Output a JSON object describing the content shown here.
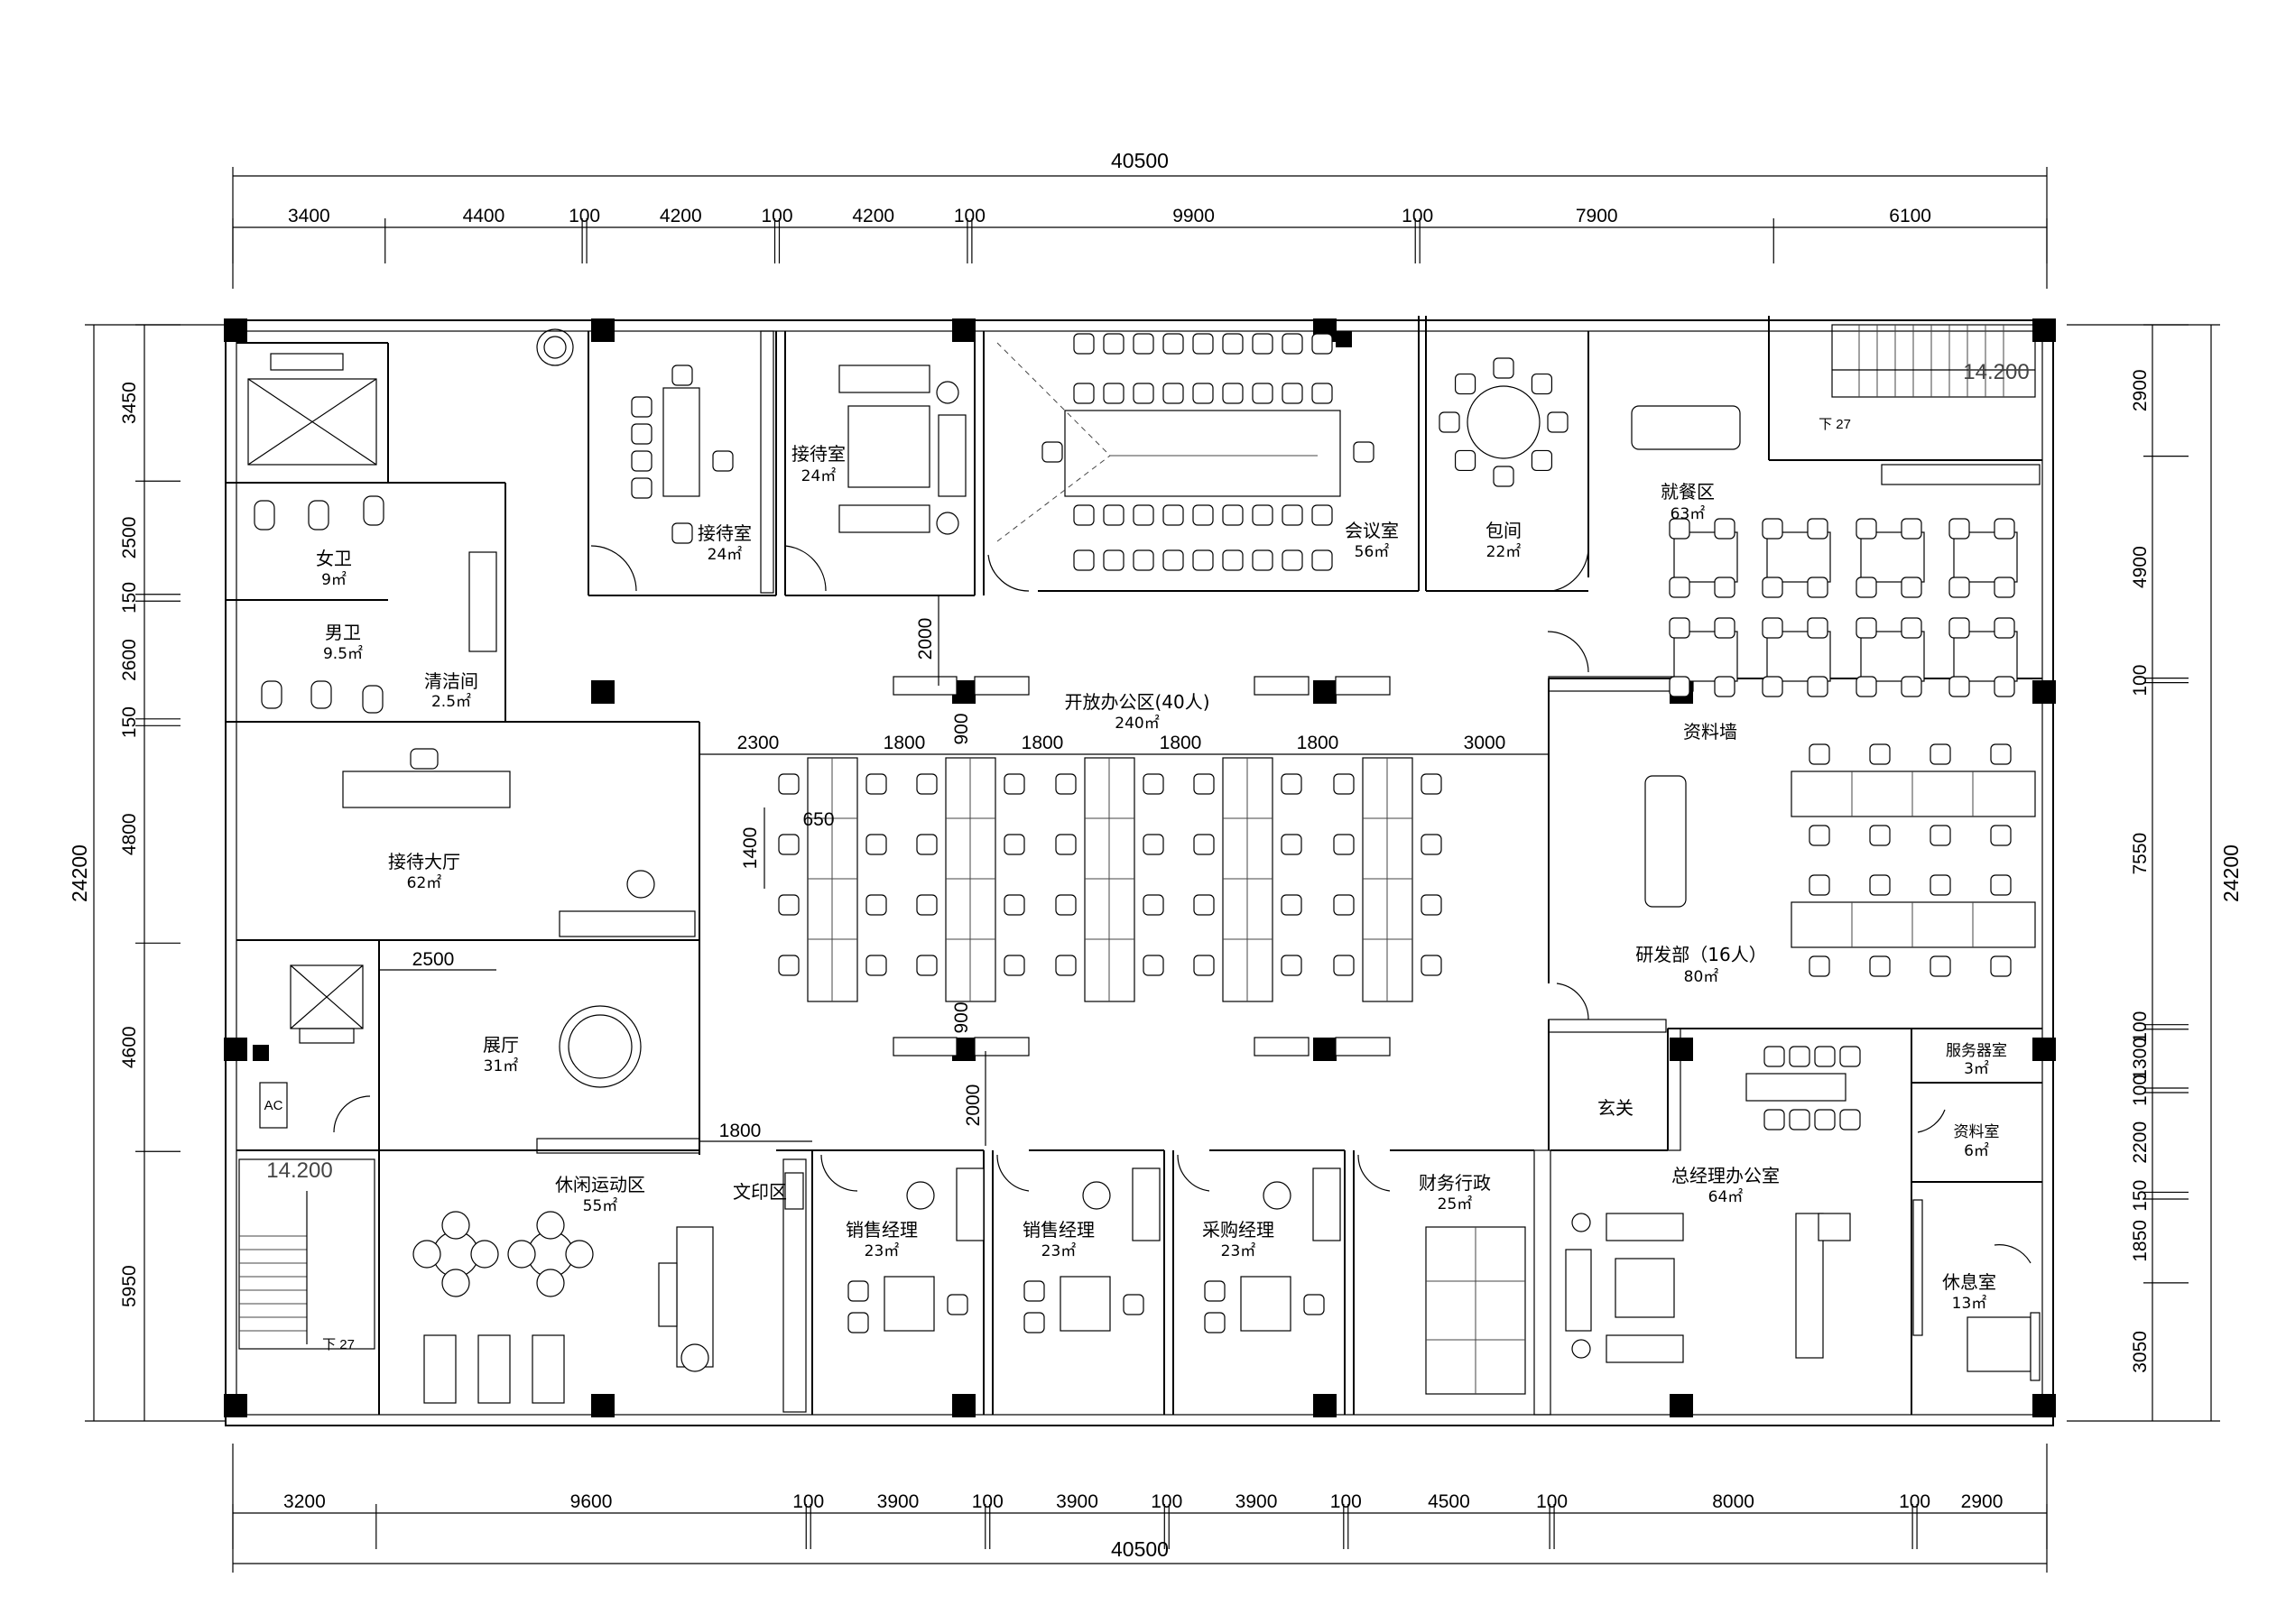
{
  "dimensions": {
    "top_total": "40500",
    "top_segments": [
      "3400",
      "4400",
      "100",
      "4200",
      "100",
      "4200",
      "100",
      "9900",
      "100",
      "7900",
      "6100"
    ],
    "bottom_total": "40500",
    "bottom_segments": [
      "3200",
      "9600",
      "100",
      "3900",
      "100",
      "3900",
      "100",
      "3900",
      "100",
      "4500",
      "100",
      "8000",
      "100",
      "2900"
    ],
    "left_total": "24200",
    "left_segments": [
      "3450",
      "2500",
      "150",
      "2600",
      "150",
      "4800",
      "4600",
      "5950"
    ],
    "right_total": "24200",
    "right_segments": [
      "2900",
      "4900",
      "100",
      "7550",
      "100",
      "1300",
      "100",
      "2200",
      "150",
      "1850",
      "3050"
    ],
    "interior": {
      "d_2000_top": "2000",
      "d_2000_bottom": "2000",
      "d_900_top": "900",
      "d_900_bottom": "900",
      "d_2300": "2300",
      "d_1800_a": "1800",
      "d_1800_b": "1800",
      "d_1800_c": "1800",
      "d_1800_d": "1800",
      "d_3000": "3000",
      "d_1400": "1400",
      "d_650": "650",
      "d_2500": "2500",
      "d_1800_print": "1800"
    }
  },
  "rooms": {
    "reception_room_a": {
      "name": "接待室",
      "area": "24㎡"
    },
    "reception_room_b": {
      "name": "接待室",
      "area": "24㎡"
    },
    "meeting_room": {
      "name": "会议室",
      "area": "56㎡"
    },
    "private_room": {
      "name": "包间",
      "area": "22㎡"
    },
    "dining_area": {
      "name": "就餐区",
      "area": "63㎡"
    },
    "womens_wc": {
      "name": "女卫",
      "area": "9㎡"
    },
    "mens_wc": {
      "name": "男卫",
      "area": "9.5㎡"
    },
    "cleaning_room": {
      "name": "清洁间",
      "area": "2.5㎡"
    },
    "open_office": {
      "name": "开放办公区(40人)",
      "area": "240㎡"
    },
    "reception_hall": {
      "name": "接待大厅",
      "area": "62㎡"
    },
    "data_wall": {
      "name": "资料墙"
    },
    "rd_department": {
      "name": "研发部（16人）",
      "area": "80㎡"
    },
    "showroom": {
      "name": "展厅",
      "area": "31㎡"
    },
    "entrance": {
      "name": "玄关"
    },
    "server_room": {
      "name": "服务器室",
      "area": "3㎡"
    },
    "archive_room": {
      "name": "资料室",
      "area": "6㎡"
    },
    "leisure_area": {
      "name": "休闲运动区",
      "area": "55㎡"
    },
    "print_area": {
      "name": "文印区"
    },
    "sales_manager_a": {
      "name": "销售经理",
      "area": "23㎡"
    },
    "sales_manager_b": {
      "name": "销售经理",
      "area": "23㎡"
    },
    "purchase_manager": {
      "name": "采购经理",
      "area": "23㎡"
    },
    "finance_admin": {
      "name": "财务行政",
      "area": "25㎡"
    },
    "gm_office": {
      "name": "总经理办公室",
      "area": "64㎡"
    },
    "rest_room": {
      "name": "休息室",
      "area": "13㎡"
    }
  },
  "annotations": {
    "elevation_top": "14.200",
    "elevation_bottom": "14.200",
    "stair_down_top": "下 27",
    "stair_down_bottom": "下 27",
    "ac_label": "AC"
  }
}
